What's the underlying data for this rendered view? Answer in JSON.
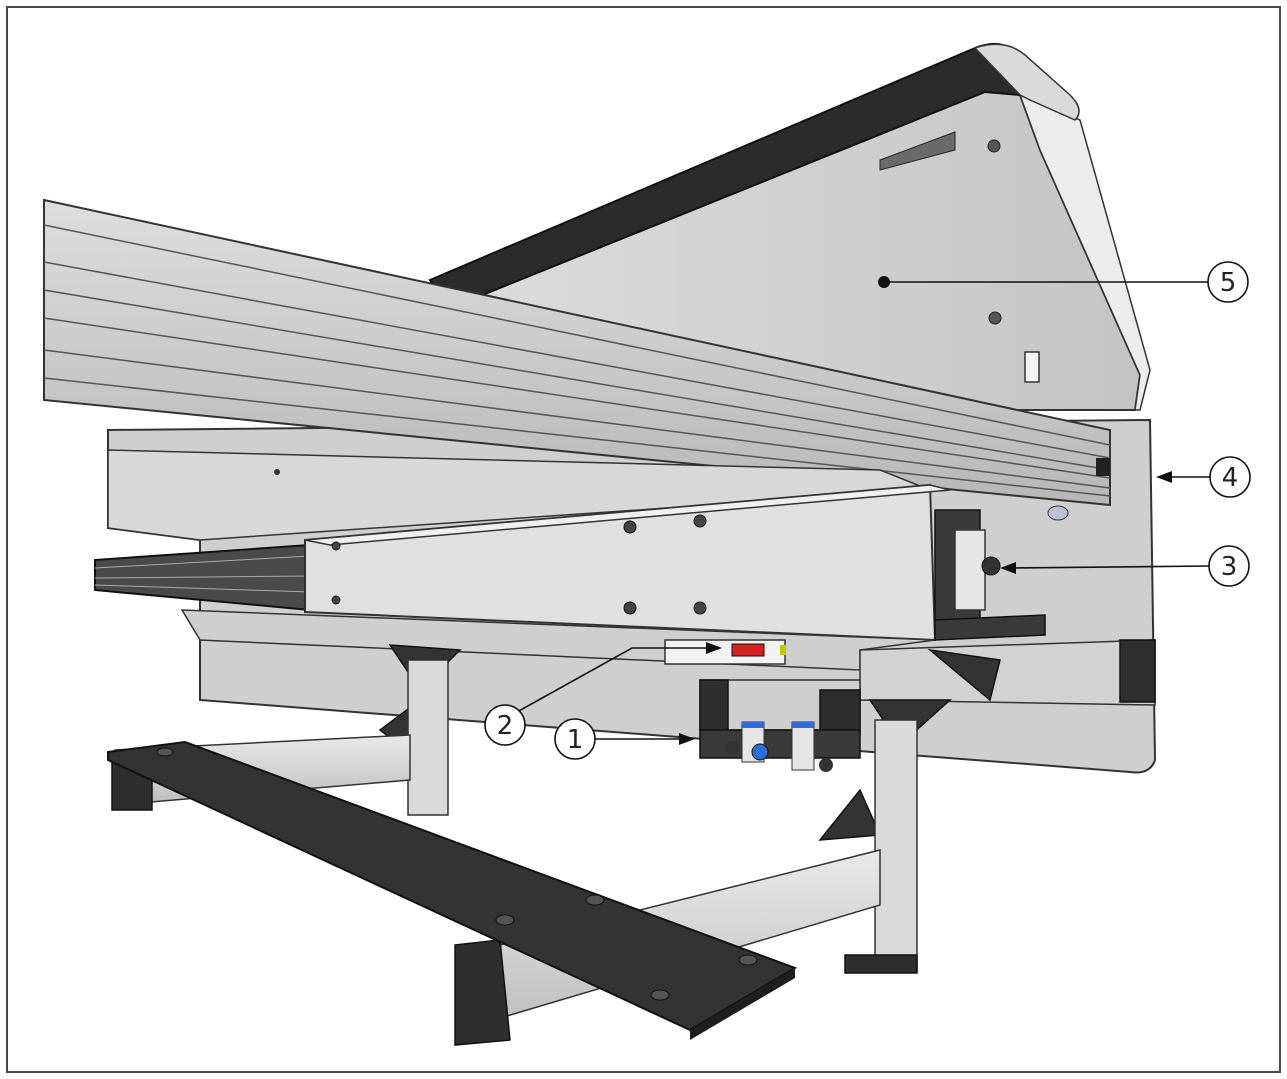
{
  "figure": {
    "colors": {
      "background": "#ffffff",
      "frame": "#4a4a4a",
      "aluminum_light": "#e4e4e4",
      "aluminum_mid": "#c9c9c9",
      "aluminum_dark": "#9a9a9a",
      "rubber_black": "#2b2b2b",
      "plastic_dark": "#3a3a3a",
      "indicator_red": "#d42020",
      "fitting_blue": "#2a6fd6",
      "leader_line": "#111111"
    },
    "callouts": [
      {
        "id": "callout-1",
        "label": "1"
      },
      {
        "id": "callout-2",
        "label": "2"
      },
      {
        "id": "callout-3",
        "label": "3"
      },
      {
        "id": "callout-4",
        "label": "4"
      },
      {
        "id": "callout-5",
        "label": "5"
      }
    ]
  }
}
